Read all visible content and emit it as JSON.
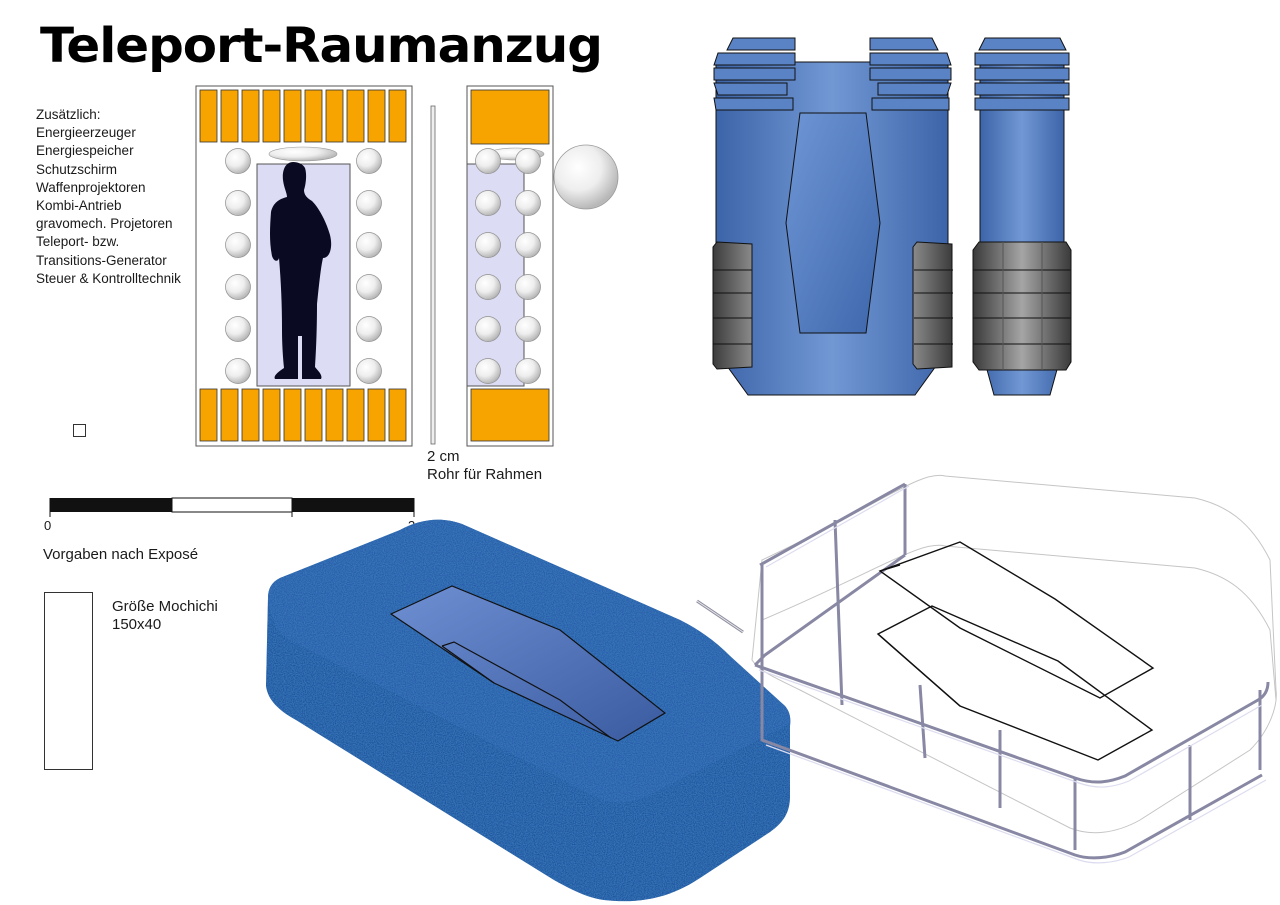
{
  "title": "Teleport-Raumanzug",
  "features": [
    "Zusätzlich:",
    "Energieerzeuger",
    "Energiespeicher",
    "Schutzschirm",
    "Waffenprojektoren",
    "Kombi-Antrieb",
    "gravomech. Projetoren",
    "Teleport- bzw.",
    "Transitions-Generator",
    "Steuer & Kontrolltechnik"
  ],
  "tube": {
    "size": "2 cm",
    "label": "Rohr für Rahmen"
  },
  "scale": {
    "start": "0",
    "end": "3"
  },
  "spec_label": "Vorgaben nach Exposé",
  "mochichi": {
    "line1": "Größe Mochichi",
    "line2": "150x40"
  },
  "colors": {
    "orange": "#f7a400",
    "capsule_blue": "#4f79bd",
    "dark_grey": "#4a4a4a",
    "lavender": "#dcdcf4",
    "figure": "#0a0a22",
    "textured_blue": "#1f4f9c"
  }
}
